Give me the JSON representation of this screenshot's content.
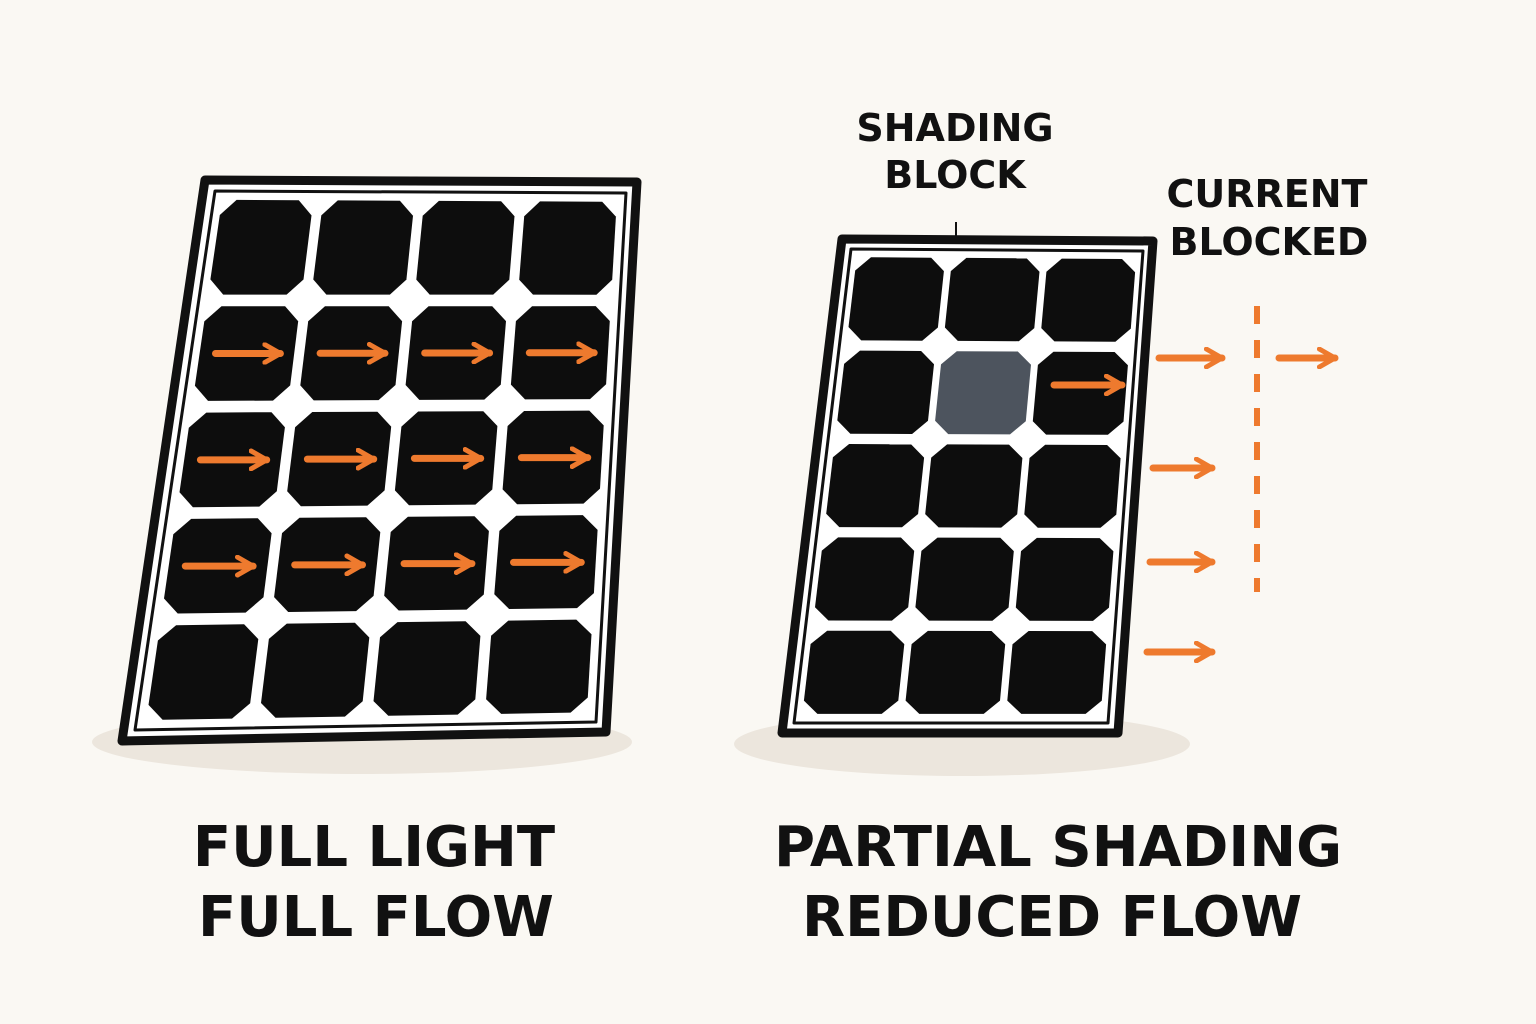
{
  "colors": {
    "background": "#faf8f3",
    "panel_frame": "#111111",
    "panel_gap": "#ffffff",
    "cell": "#0d0d0d",
    "shaded_cell": "#4d545e",
    "arrow": "#ee7a2e",
    "shadow": "#ece6dd",
    "text": "#111111"
  },
  "left_panel": {
    "caption_line1": "FULL LIGHT",
    "caption_line2": "FULL FLOW",
    "rows": 5,
    "cols": 4,
    "rows_with_current_arrows": [
      1,
      2,
      3
    ]
  },
  "right_panel": {
    "caption_line1": "PARTIAL SHADING",
    "caption_line2": "REDUCED FLOW",
    "rows": 5,
    "cols": 3,
    "shaded_cell": {
      "row": 1,
      "col": 1
    },
    "shading_label_line1": "SHADING",
    "shading_label_line2": "BLOCK",
    "blocked_label_line1": "CURRENT",
    "blocked_label_line2": "BLOCKED",
    "outgoing_current_arrows": 4
  }
}
